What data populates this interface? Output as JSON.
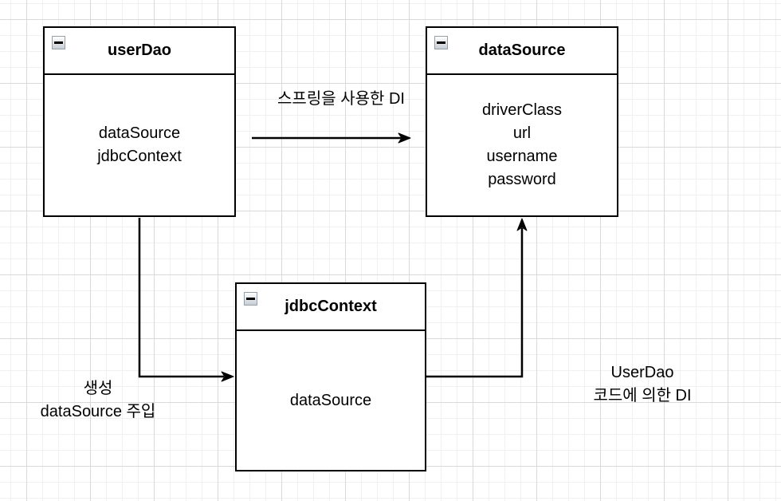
{
  "diagram": {
    "boxes": {
      "userDao": {
        "title": "userDao",
        "fields": [
          "dataSource",
          "jdbcContext"
        ]
      },
      "dataSource": {
        "title": "dataSource",
        "fields": [
          "driverClass",
          "url",
          "username",
          "password"
        ]
      },
      "jdbcContext": {
        "title": "jdbcContext",
        "fields": [
          "dataSource"
        ]
      }
    },
    "labels": {
      "spring_di": "스프링을 사용한 DI",
      "creation": {
        "line1": "생성",
        "line2": "dataSource 주입"
      },
      "userdao_di": {
        "line1": "UserDao",
        "line2": "코드에 의한 DI"
      }
    },
    "colors": {
      "stroke": "#000000",
      "background": "#ffffff",
      "grid_minor": "#f0f0f0",
      "grid_major": "#d9d9d9"
    }
  }
}
